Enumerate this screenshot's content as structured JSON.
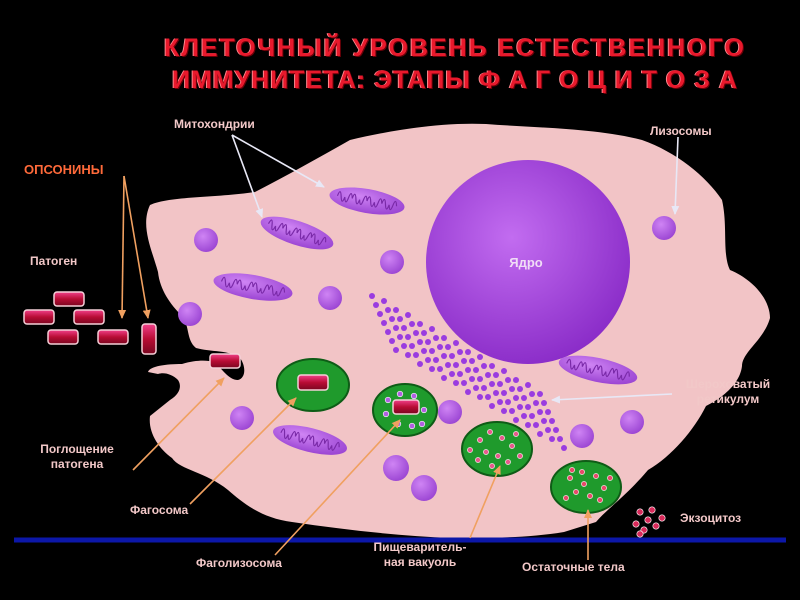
{
  "title": {
    "line1": "КЛЕТОЧНЫЙ  УРОВЕНЬ  ЕСТЕСТВЕННОГО",
    "line2": "ИММУНИТЕТА: ЭТАПЫ   Ф А Г О Ц И Т О З А"
  },
  "labels": {
    "mitochondria": "Митохондрии",
    "lysosomes": "Лизосомы",
    "opsonins": "ОПСОНИНЫ",
    "pathogen": "Патоген",
    "nucleus": "Ядро",
    "rough_er_line1": "Шероховатый",
    "rough_er_line2": "ретикулум",
    "engulfment_line1": "Поглощение",
    "engulfment_line2": "патогена",
    "phagosome": "Фагосома",
    "phagolysosome": "Фаголизосома",
    "digestive_vacuole_line1": "Пищеваритель-",
    "digestive_vacuole_line2": "ная  вакуоль",
    "residual_bodies": "Остаточные тела",
    "exocytosis": "Экзоцитоз"
  },
  "colors": {
    "background": "#000000",
    "cell": "#f2c4c6",
    "membrane_line": "#0c17a8",
    "organelle": "#b25ee0",
    "nucleus": "#a23de0",
    "vacuole": "#1f9a2c",
    "pathogen": "#c8123c",
    "arrow_white": "#e8e8f6",
    "arrow_orange": "#f0a060",
    "title": "#e8192c"
  }
}
